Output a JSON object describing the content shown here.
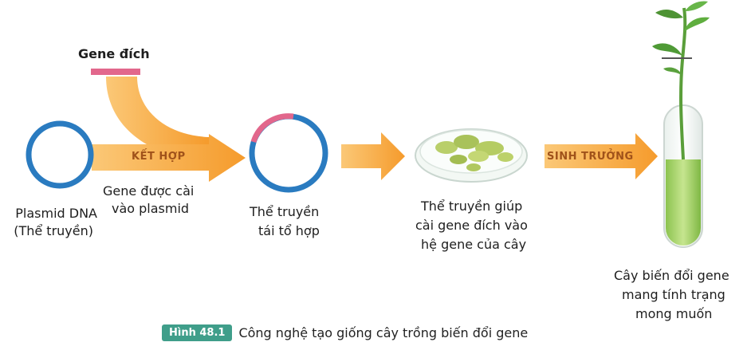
{
  "labels": {
    "gene_dich": "Gene đích",
    "ket_hop": "KẾT HỢP",
    "plasmid_line1": "Plasmid DNA",
    "plasmid_line2": "(Thể truyền)",
    "gene_cai_line1": "Gene được cài",
    "gene_cai_line2": "vào plasmid",
    "the_truyen_line1": "Thể truyền",
    "the_truyen_line2": "tái tổ hợp",
    "giup_line1": "Thể truyền giúp",
    "giup_line2": "cài gene đích vào",
    "giup_line3": "hệ gene của cây",
    "sinh_truong": "SINH TRƯỞNG",
    "cay_line1": "Cây biến đổi gene",
    "cay_line2": "mang tính trạng",
    "cay_line3": "mong muốn"
  },
  "caption": {
    "badge": "Hình 48.1",
    "text": "Công nghệ tạo giống cây trồng biến đổi gene"
  },
  "colors": {
    "arrow": "#f7a53c",
    "plasmid": "#2a7bc0",
    "gene": "#e2678c",
    "badge": "#3f9e8a"
  }
}
